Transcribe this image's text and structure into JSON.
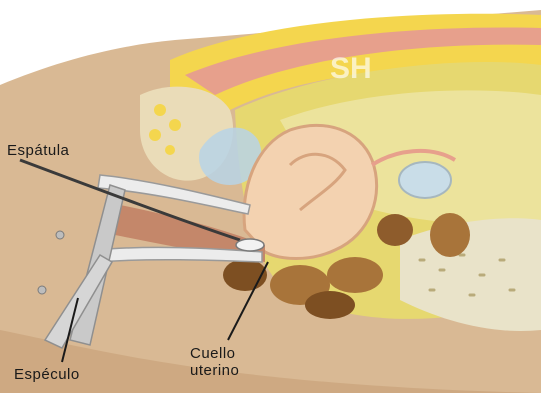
{
  "labels": {
    "espatula": "Espátula",
    "especulo": "Espéculo",
    "cuello_line1": "Cuello",
    "cuello_line2": "uterino"
  },
  "watermark": "SH",
  "colors": {
    "skin": "#d9b994",
    "skin_dark": "#c49c73",
    "fat_yellow": "#f4d64e",
    "abdominal_wall_pink": "#e7a08c",
    "uterus_cream": "#f3d2b0",
    "uterus_edge": "#d7a47e",
    "cavity_yellow": "#e6d870",
    "cavity_light": "#eee6a8",
    "bowel_brown": "#a8743a",
    "bowel_dark": "#7d4f22",
    "speculum_gray": "#c9c9c9",
    "speculum_light": "#ececec",
    "bladder_blue": "#b7d3e6"
  }
}
